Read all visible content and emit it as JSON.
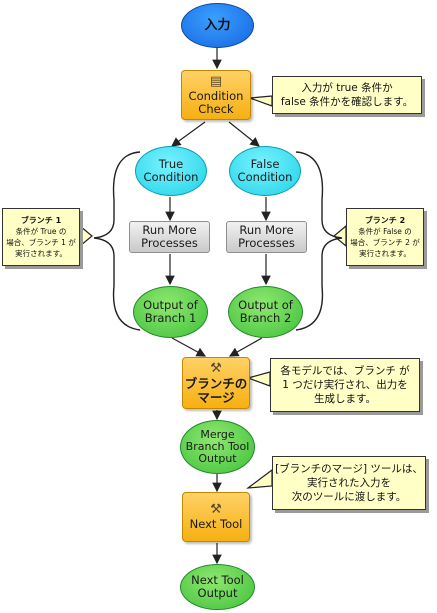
{
  "nodes": {
    "input": {
      "label": "入力"
    },
    "condition_check": {
      "icon": "script-icon",
      "line1": "Condition",
      "line2": "Check"
    },
    "true_condition": {
      "line1": "True",
      "line2": "Condition"
    },
    "false_condition": {
      "line1": "False",
      "line2": "Condition"
    },
    "run_more_1": {
      "line1": "Run More",
      "line2": "Processes"
    },
    "run_more_2": {
      "line1": "Run More",
      "line2": "Processes"
    },
    "output_branch_1": {
      "line1": "Output of",
      "line2": "Branch 1"
    },
    "output_branch_2": {
      "line1": "Output of",
      "line2": "Branch 2"
    },
    "merge_branch": {
      "icon": "hammer-icon",
      "line1": "ブランチの",
      "line2": "マージ"
    },
    "merge_output": {
      "line1": "Merge",
      "line2": "Branch Tool",
      "line3": "Output"
    },
    "next_tool": {
      "icon": "hammer-icon",
      "label": "Next Tool"
    },
    "next_tool_output": {
      "line1": "Next Tool",
      "line2": "Output"
    }
  },
  "callouts": {
    "condition_note": {
      "line1": "入力が true 条件か",
      "line2": "false 条件かを確認します。"
    },
    "branch1_note": {
      "title": "ブランチ 1",
      "line1": "条件が True の",
      "line2": "場合、ブランチ 1 が",
      "line3": "実行されます。"
    },
    "branch2_note": {
      "title": "ブランチ 2",
      "line1": "条件が False の",
      "line2": "場合、ブランチ 2 が",
      "line3": "実行されます。"
    },
    "merge_note": {
      "line1": "各モデルでは、ブランチ が",
      "line2": "1 つだけ実行され、出力を",
      "line3": "生成します。"
    },
    "output_note": {
      "line1": "[ブランチのマージ] ツールは、",
      "line2": "実行された入力を",
      "line3": "次のツールに渡します。"
    }
  },
  "colors": {
    "input": "#1565e0",
    "condition": "#1fd2e6",
    "output": "#3fbf3a",
    "tool": "#f6b011",
    "process": "#c9c9c9",
    "callout": "#ffffc6"
  }
}
